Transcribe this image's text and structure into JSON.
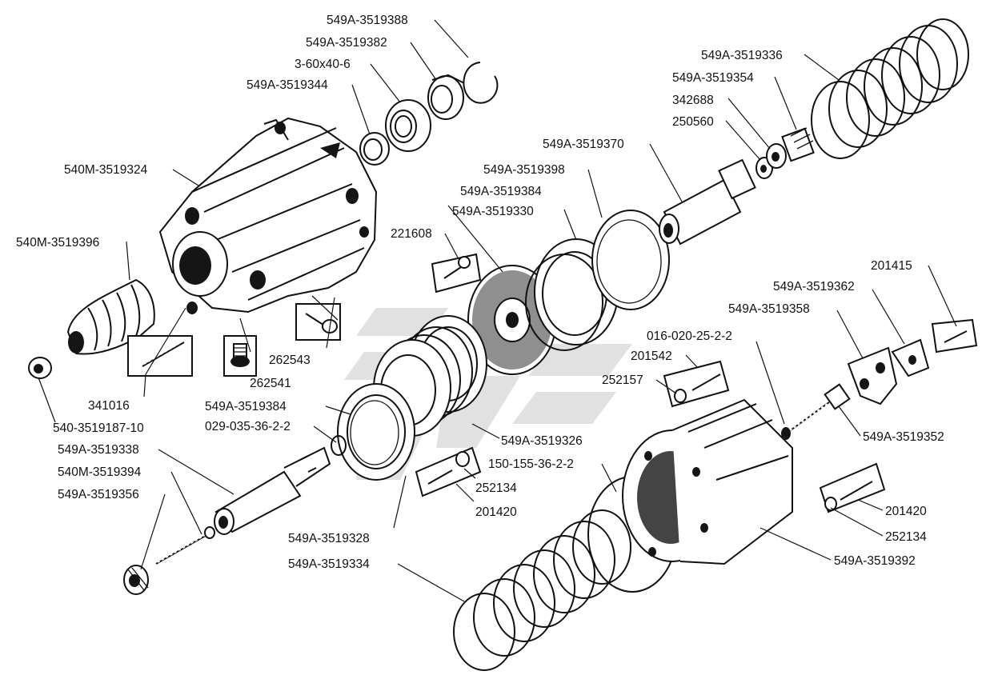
{
  "watermark": {
    "color": "#cfcfcf"
  },
  "colors": {
    "ink": "#111111",
    "background": "#ffffff"
  },
  "labels": [
    {
      "id": "l01",
      "text": "549A-3519388"
    },
    {
      "id": "l02",
      "text": "549A-3519382"
    },
    {
      "id": "l03",
      "text": "3-60x40-6"
    },
    {
      "id": "l04",
      "text": "549A-3519344"
    },
    {
      "id": "l05",
      "text": "540M-3519324"
    },
    {
      "id": "l06",
      "text": "540M-3519396"
    },
    {
      "id": "l07",
      "text": "341016"
    },
    {
      "id": "l08",
      "text": "540-3519187-10"
    },
    {
      "id": "l09",
      "text": "549A-3519338"
    },
    {
      "id": "l10",
      "text": "540M-3519394"
    },
    {
      "id": "l11",
      "text": "549A-3519356"
    },
    {
      "id": "l12",
      "text": "262543"
    },
    {
      "id": "l13",
      "text": "262541"
    },
    {
      "id": "l14",
      "text": "549A-3519384"
    },
    {
      "id": "l15",
      "text": "029-035-36-2-2"
    },
    {
      "id": "l16",
      "text": "549A-3519328"
    },
    {
      "id": "l17",
      "text": "549A-3519334"
    },
    {
      "id": "l18",
      "text": "221608"
    },
    {
      "id": "l19",
      "text": "549A-3519370"
    },
    {
      "id": "l20",
      "text": "549A-3519398"
    },
    {
      "id": "l21",
      "text": "549A-3519384"
    },
    {
      "id": "l22",
      "text": "549A-3519330"
    },
    {
      "id": "l23",
      "text": "549A-3519326"
    },
    {
      "id": "l24",
      "text": "252134"
    },
    {
      "id": "l25",
      "text": "201420"
    },
    {
      "id": "l26",
      "text": "150-155-36-2-2"
    },
    {
      "id": "l27",
      "text": "549A-3519336"
    },
    {
      "id": "l28",
      "text": "549A-3519354"
    },
    {
      "id": "l29",
      "text": "342688"
    },
    {
      "id": "l30",
      "text": "250560"
    },
    {
      "id": "l31",
      "text": "201415"
    },
    {
      "id": "l32",
      "text": "549A-3519362"
    },
    {
      "id": "l33",
      "text": "549A-3519358"
    },
    {
      "id": "l34",
      "text": "016-020-25-2-2"
    },
    {
      "id": "l35",
      "text": "201542"
    },
    {
      "id": "l36",
      "text": "252157"
    },
    {
      "id": "l37",
      "text": "549A-3519352"
    },
    {
      "id": "l38",
      "text": "201420"
    },
    {
      "id": "l39",
      "text": "252134"
    },
    {
      "id": "l40",
      "text": "549A-3519392"
    }
  ]
}
